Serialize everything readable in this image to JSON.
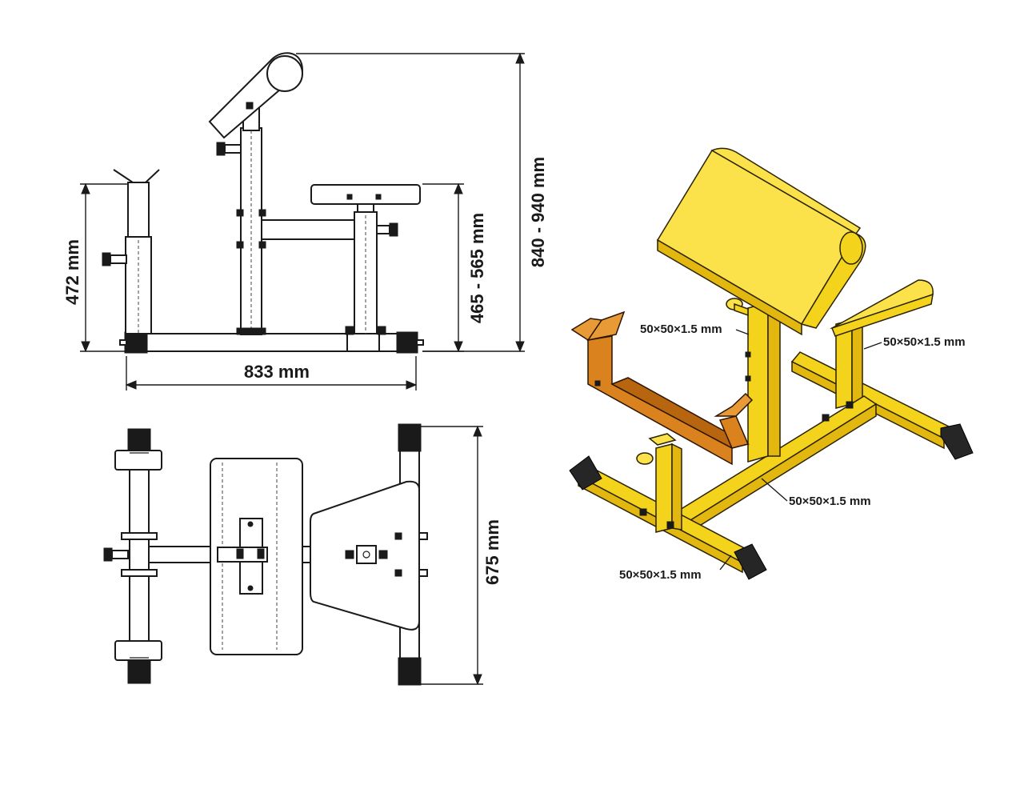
{
  "dimensions": {
    "side_height_left": "472 mm",
    "side_length": "833 mm",
    "seat_height": "465 - 565 mm",
    "total_height": "840 - 940 mm",
    "top_width": "675 mm"
  },
  "profile_labels": {
    "upright": "50×50×1.5 mm",
    "rear_post": "50×50×1.5 mm",
    "main_beam": "50×50×1.5 mm",
    "base_foot": "50×50×1.5 mm"
  },
  "colors": {
    "frame_yellow": "#f4d31c",
    "arm_orange": "#d9821e",
    "rubber_black": "#262626",
    "line_dark": "#1a1a1a"
  }
}
